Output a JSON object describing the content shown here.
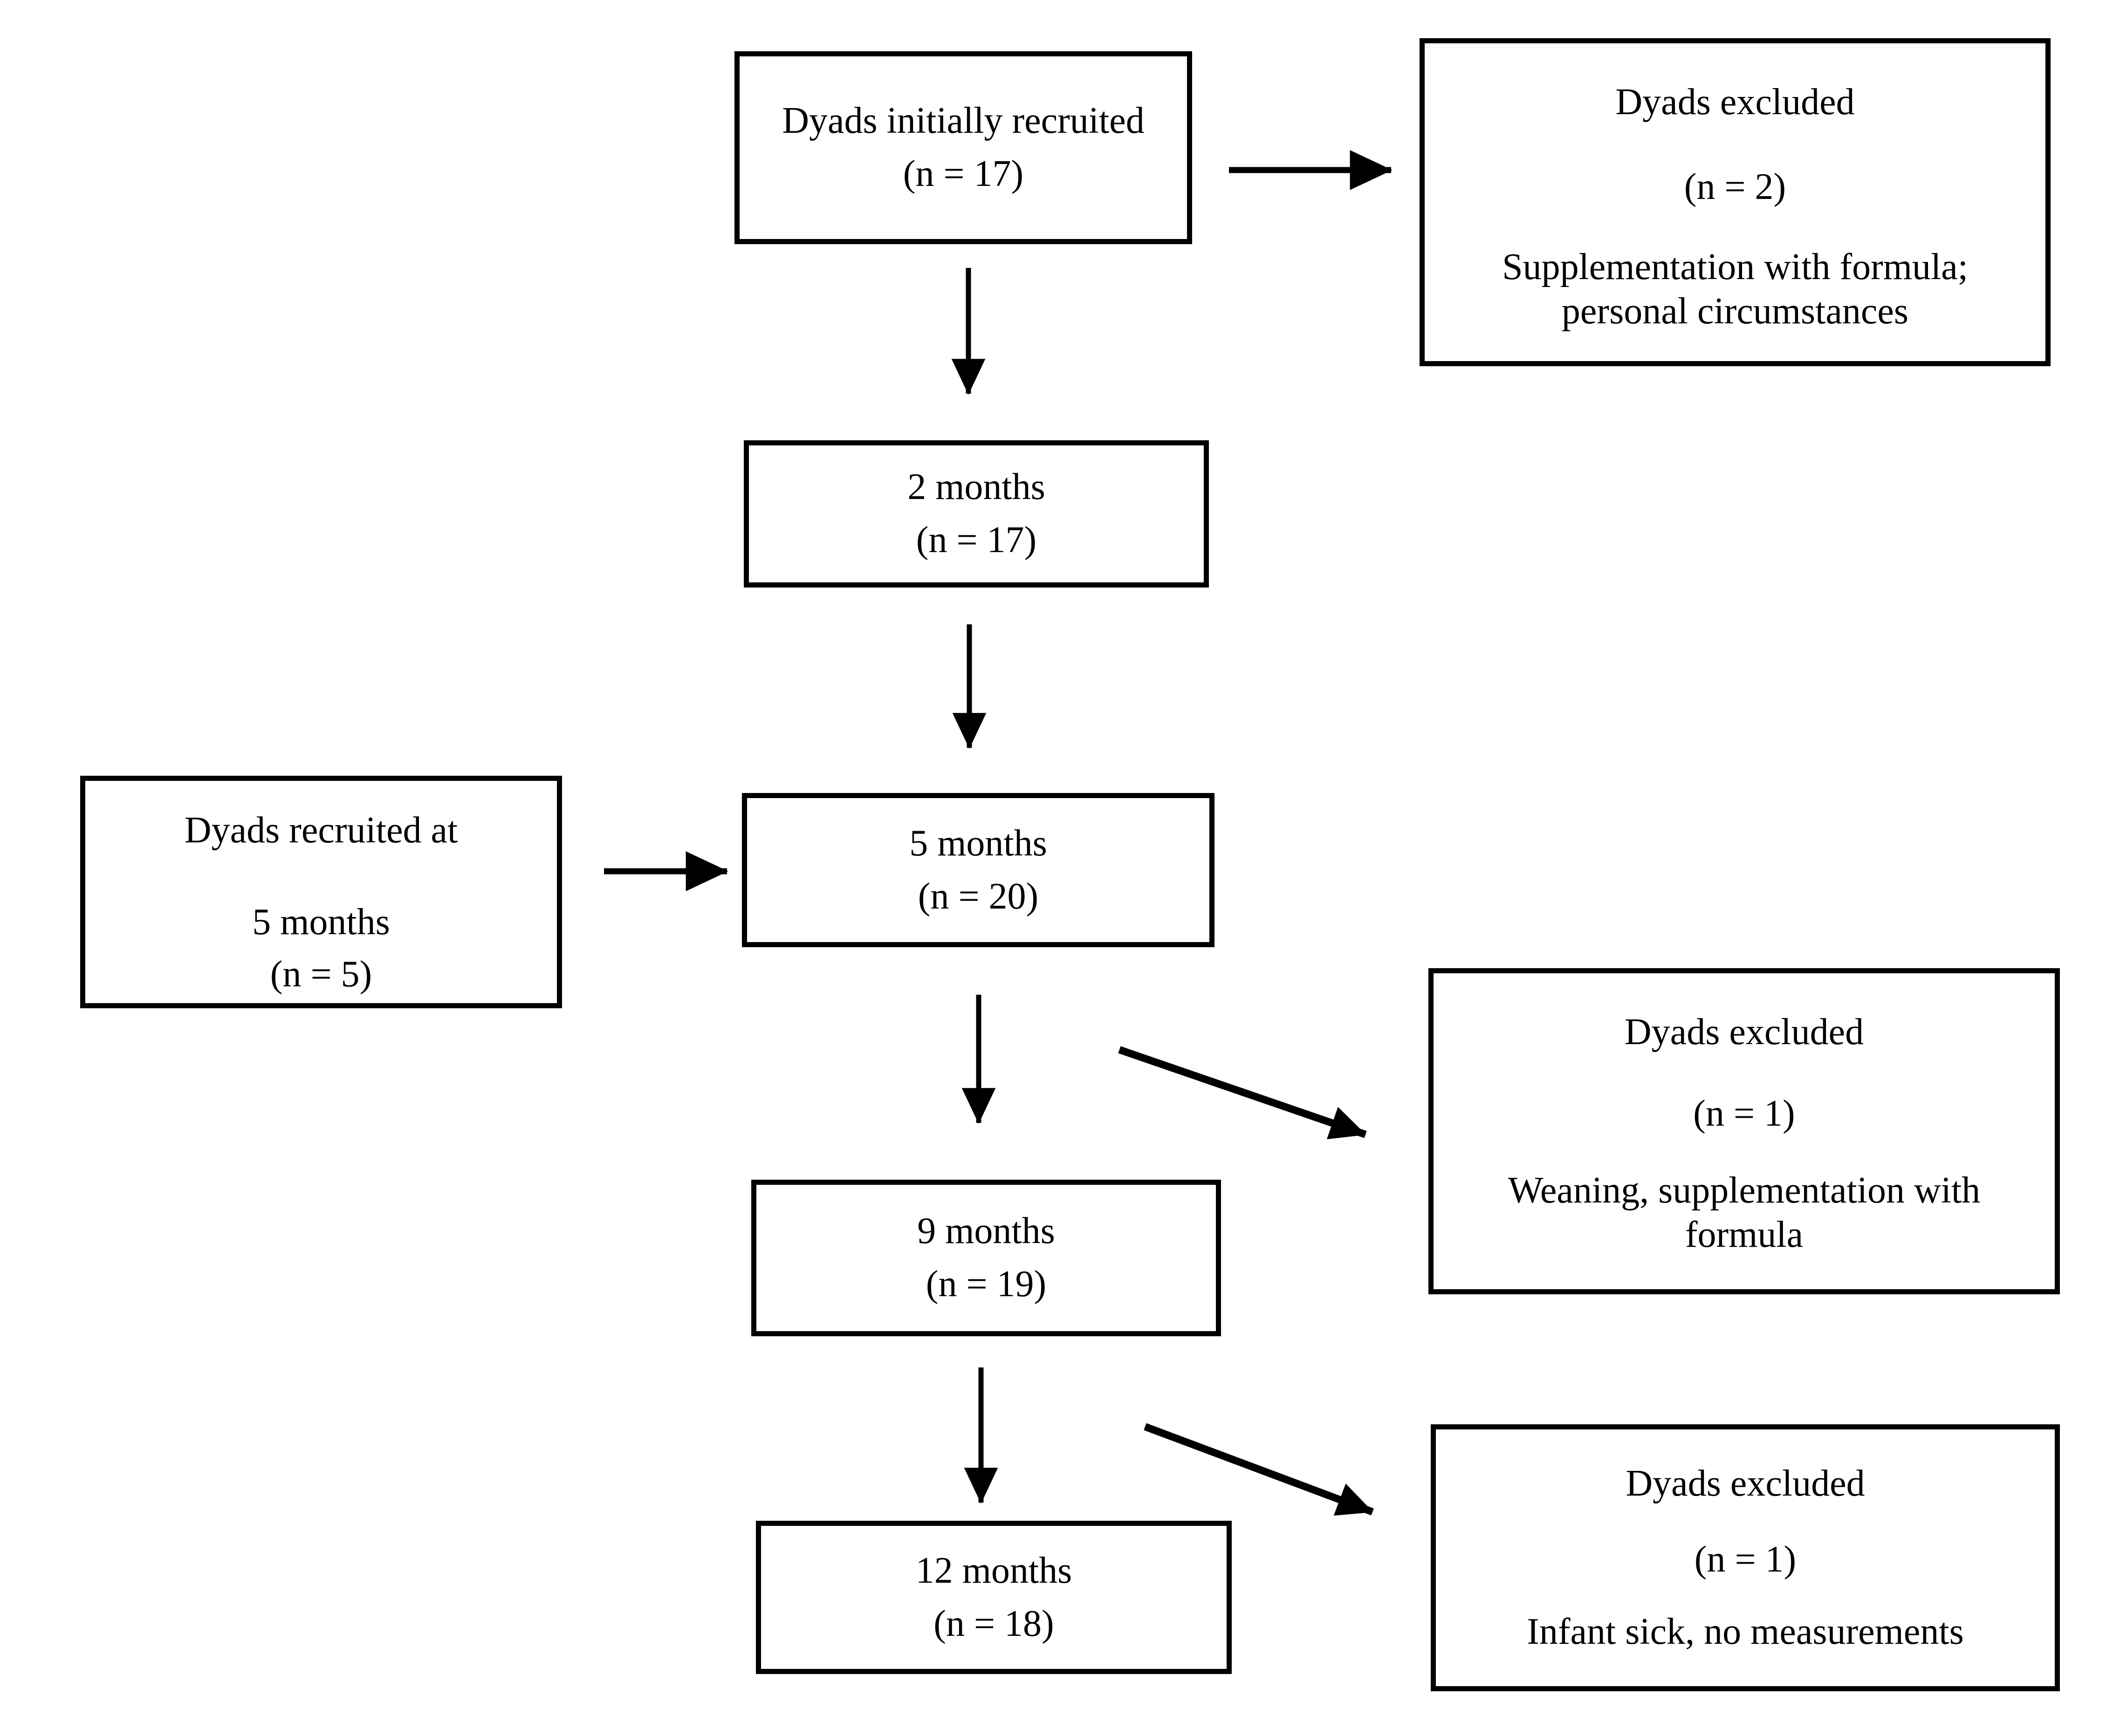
{
  "figure": {
    "type": "flow-diagram",
    "colors": {
      "background": "#ffffff",
      "line": "#000000",
      "text": "#000000"
    },
    "boxes": {
      "initial": {
        "lines": [
          "Dyads initially recruited",
          "(n = 17)"
        ]
      },
      "excluded_top": {
        "title": "Dyads excluded",
        "n": "(n = 2)",
        "reason": "Supplementation with formula; personal circumstances"
      },
      "month2": {
        "lines": [
          "2 months",
          "(n = 17)"
        ]
      },
      "month5": {
        "lines": [
          "5 months",
          "(n = 20)"
        ]
      },
      "recruited_at_5": {
        "lines": [
          "Dyads recruited at",
          "5 months",
          "(n = 5)"
        ]
      },
      "month9": {
        "lines": [
          "9 months",
          "(n = 19)"
        ]
      },
      "excluded_mid": {
        "title": "Dyads excluded",
        "n": "(n = 1)",
        "reason": "Weaning, supplementation with formula"
      },
      "month12": {
        "lines": [
          "12 months",
          "(n = 18)"
        ]
      },
      "excluded_bottom": {
        "title": "Dyads excluded",
        "n": "(n = 1)",
        "reason": "Infant sick, no measurements"
      }
    }
  }
}
